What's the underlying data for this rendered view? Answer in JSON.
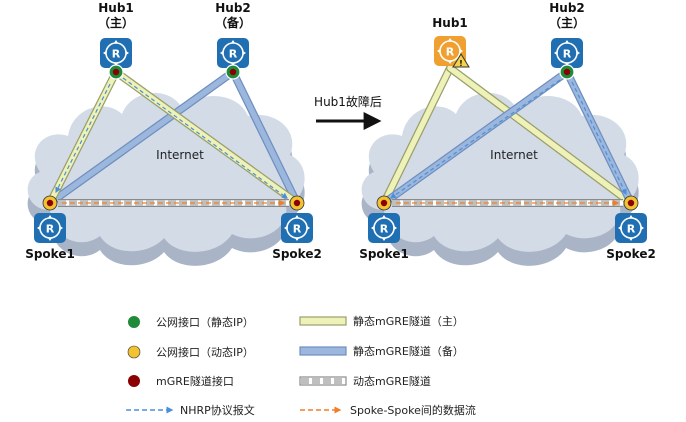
{
  "left": {
    "hub1": {
      "name": "Hub1",
      "role": "（主）"
    },
    "hub2": {
      "name": "Hub2",
      "role": "（备）"
    },
    "spoke1": "Spoke1",
    "spoke2": "Spoke2",
    "cloud": "Internet"
  },
  "transition": "Hub1故障后",
  "right": {
    "hub1": {
      "name": "Hub1",
      "state": "fault"
    },
    "hub2": {
      "name": "Hub2",
      "role": "（主）"
    },
    "spoke1": "Spoke1",
    "spoke2": "Spoke2",
    "cloud": "Internet"
  },
  "legend": {
    "public_static": "公网接口（静态IP）",
    "public_dynamic": "公网接口（动态IP）",
    "mgre_if": "mGRE隧道接口",
    "nhrp": "NHRP协议报文",
    "static_main": "静态mGRE隧道（主）",
    "static_backup": "静态mGRE隧道（备）",
    "dynamic_tunnel": "动态mGRE隧道",
    "spoke_flow": "Spoke-Spoke间的数据流"
  },
  "colors": {
    "router_blue": "#1f6fb2",
    "router_fault": "#f0a030",
    "static_ip_green": "#1f8a3a",
    "dynamic_ip_yellow": "#f2c230",
    "mgre_red": "#8b0000",
    "tunnel_main": "#eef2b8",
    "tunnel_backup": "#9cb7dd",
    "nhrp_blue": "#4a8fd8",
    "flow_orange": "#ef7f2a",
    "cloud_fill": "#d3dbe7",
    "cloud_shadow": "#a9b4c7"
  },
  "icons": {
    "router": "router-icon",
    "warning": "warning-icon"
  }
}
